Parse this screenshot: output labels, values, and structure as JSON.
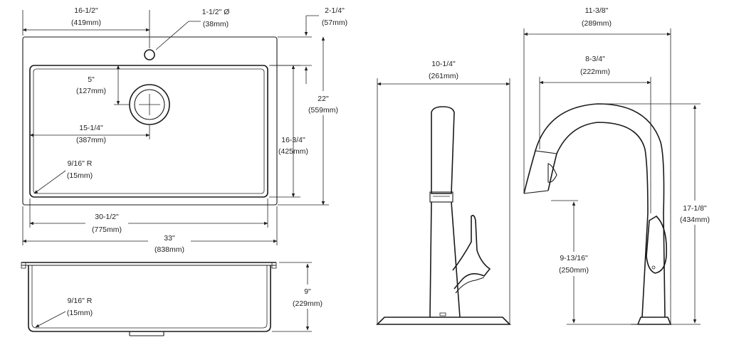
{
  "sink_top": {
    "drain_offset": {
      "in": "16-1/2\"",
      "mm": "(419mm)"
    },
    "faucet_hole": {
      "in": "1-1/2\" Ø",
      "mm": "(38mm)"
    },
    "back_margin": {
      "in": "2-1/4\"",
      "mm": "(57mm)"
    },
    "drain_depth": {
      "in": "5\"",
      "mm": "(127mm)"
    },
    "overall_depth": {
      "in": "22\"",
      "mm": "(559mm)"
    },
    "bowl_depth": {
      "in": "16-3/4\"",
      "mm": "(425mm)"
    },
    "drain_center": {
      "in": "15-1/4\"",
      "mm": "(387mm)"
    },
    "corner_radius": {
      "in": "9/16\" R",
      "mm": "(15mm)"
    },
    "bowl_width": {
      "in": "30-1/2\"",
      "mm": "(775mm)"
    },
    "overall_width": {
      "in": "33\"",
      "mm": "(838mm)"
    }
  },
  "sink_side": {
    "corner_radius": {
      "in": "9/16\" R",
      "mm": "(15mm)"
    },
    "bowl_height": {
      "in": "9\"",
      "mm": "(229mm)"
    }
  },
  "faucet_front": {
    "width": {
      "in": "10-1/4\"",
      "mm": "(261mm)"
    }
  },
  "faucet_side": {
    "overall_reach": {
      "in": "11-3/8\"",
      "mm": "(289mm)"
    },
    "spout_reach": {
      "in": "8-3/4\"",
      "mm": "(222mm)"
    },
    "overall_height": {
      "in": "17-1/8\"",
      "mm": "(434mm)"
    },
    "spout_height": {
      "in": "9-13/16\"",
      "mm": "(250mm)"
    }
  }
}
